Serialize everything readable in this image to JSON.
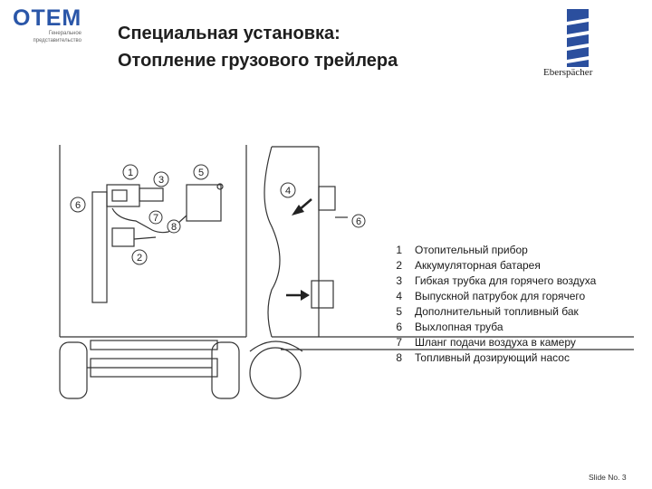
{
  "header": {
    "logo_text": "OTEM",
    "logo_subtitle_1": "Генеральное",
    "logo_subtitle_2": "представительство",
    "title_line1": "Специальная установка:",
    "title_line2": "Отопление грузового трейлера",
    "brand_text": "Eberspächer"
  },
  "diagram": {
    "callouts": [
      "1",
      "3",
      "5",
      "6",
      "7",
      "8",
      "2",
      "4",
      "6"
    ]
  },
  "legend": {
    "items": [
      {
        "num": "1",
        "text": "Отопительный прибор"
      },
      {
        "num": "2",
        "text": "Аккумуляторная батарея"
      },
      {
        "num": "3",
        "text": "Гибкая трубка для горячего воздуха"
      },
      {
        "num": "4",
        "text": "Выпускной патрубок для горячего"
      },
      {
        "num": "5",
        "text": "Дополнительный топливный бак"
      },
      {
        "num": "6",
        "text": "Выхлопная труба"
      },
      {
        "num": "7",
        "text": "Шланг подачи воздуха в камеру"
      },
      {
        "num": "8",
        "text": "Топливный дозирующий насос"
      }
    ]
  },
  "footer": {
    "slide_label": "Slide No.  3"
  }
}
